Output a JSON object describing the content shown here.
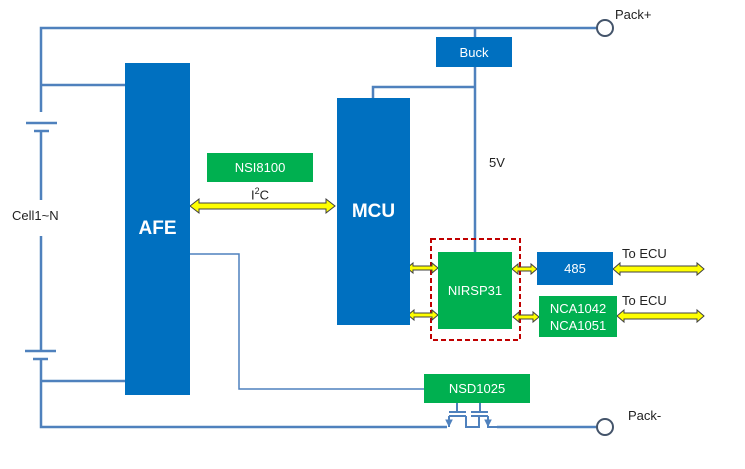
{
  "diagram": {
    "type": "block-diagram",
    "colors": {
      "blue_block": "#0070c0",
      "green_block": "#00b050",
      "wire": "#4f81bd",
      "bus_arrow": "#ffff00",
      "dashed_outline": "#c00000"
    },
    "terminals": {
      "pack_plus": "Pack+",
      "pack_minus": "Pack-"
    },
    "battery_label": "Cell1~N",
    "blocks": {
      "afe": "AFE",
      "mcu": "MCU",
      "buck": "Buck",
      "nsi8100": "NSI8100",
      "nirsp31": "NIRSP31",
      "rs485": "485",
      "nca_line1": "NCA1042",
      "nca_line2": "NCA1051",
      "nsd1025": "NSD1025"
    },
    "labels": {
      "i2c_base": "I",
      "i2c_sup": "2",
      "i2c_tail": "C",
      "voltage": "5V",
      "to_ecu_1": "To ECU",
      "to_ecu_2": "To ECU"
    }
  }
}
